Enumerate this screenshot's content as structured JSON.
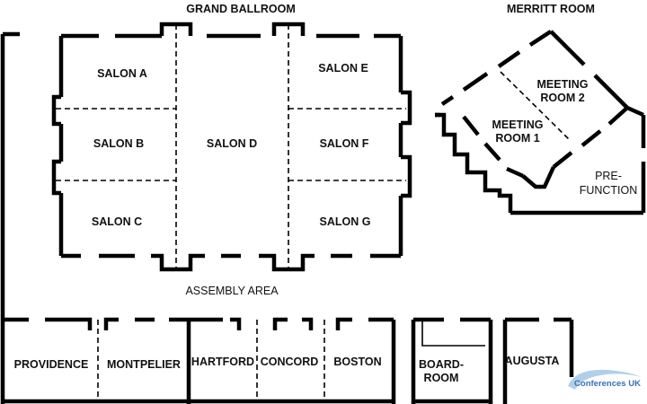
{
  "titles": {
    "grand_ballroom": "GRAND BALLROOM",
    "merritt_room": "MERRITT ROOM",
    "assembly_area": "ASSEMBLY AREA"
  },
  "ballroom": {
    "salon_a": "SALON A",
    "salon_b": "SALON B",
    "salon_c": "SALON C",
    "salon_d": "SALON D",
    "salon_e": "SALON E",
    "salon_f": "SALON F",
    "salon_g": "SALON G"
  },
  "merritt": {
    "meeting_room_1": [
      "MEETING",
      "ROOM 1"
    ],
    "meeting_room_2": [
      "MEETING",
      "ROOM 2"
    ],
    "pre_function": [
      "PRE-",
      "FUNCTION"
    ]
  },
  "lower_rooms": {
    "providence": "PROVIDENCE",
    "montpelier": "MONTPELIER",
    "hartford": "HARTFORD",
    "concord": "CONCORD",
    "boston": "BOSTON",
    "boardroom": [
      "BOARD-",
      "ROOM"
    ],
    "augusta": "AUGUSTA"
  },
  "watermark": {
    "text": "Conferences UK",
    "colors": {
      "text": "#3a6fb5",
      "swoosh": "#9ec3e6"
    }
  },
  "colors": {
    "walls": "#000000",
    "background": "#ffffff",
    "text": "#111111"
  }
}
